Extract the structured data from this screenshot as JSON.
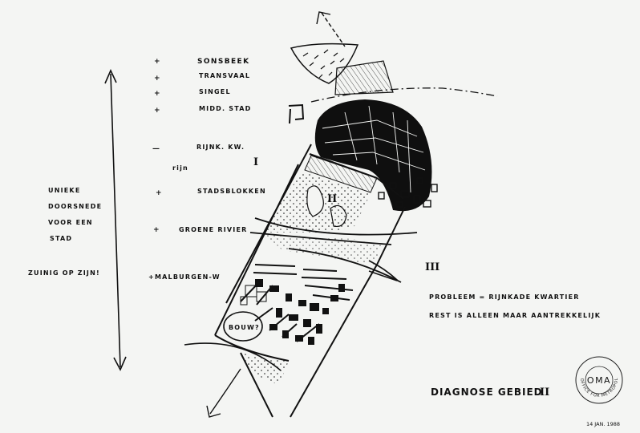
{
  "left_list": {
    "items": [
      {
        "sign": "+",
        "label": "SONSBEEK"
      },
      {
        "sign": "+",
        "label": "TRANSVAAL"
      },
      {
        "sign": "+",
        "label": "SINGEL"
      },
      {
        "sign": "+",
        "label": "MIDD. STAD"
      },
      {
        "sign": "—",
        "label": "RIJNK. KW."
      },
      {
        "sign": "",
        "label": "rijn"
      },
      {
        "sign": "+",
        "label": "STADSBLOKKEN"
      },
      {
        "sign": "+",
        "label": "GROENE RIVIER"
      }
    ],
    "last_item": "MALBURGEN-W",
    "last_sign": "+"
  },
  "left_note": [
    "UNIEKE",
    "DOORSNEDE",
    "VOOR EEN",
    "STAD"
  ],
  "left_note_2": "ZUINIG OP ZIJN!",
  "roman": {
    "one": "I",
    "two": "II",
    "three": "III"
  },
  "map_label": "BOUW?",
  "right_text": {
    "line1": "PROBLEEM = RIJNKADE KWARTIER",
    "line2": "REST IS ALLEEN MAAR AANTREKKELIJK"
  },
  "diagnose": "DIAGNOSE GEBIED",
  "diagnose_num": "II",
  "stamp": {
    "logo": "OMA",
    "ring": "OFFICE FOR METROPOLITAN ARCHITECTURE",
    "date": "14 JAN. 1988"
  }
}
